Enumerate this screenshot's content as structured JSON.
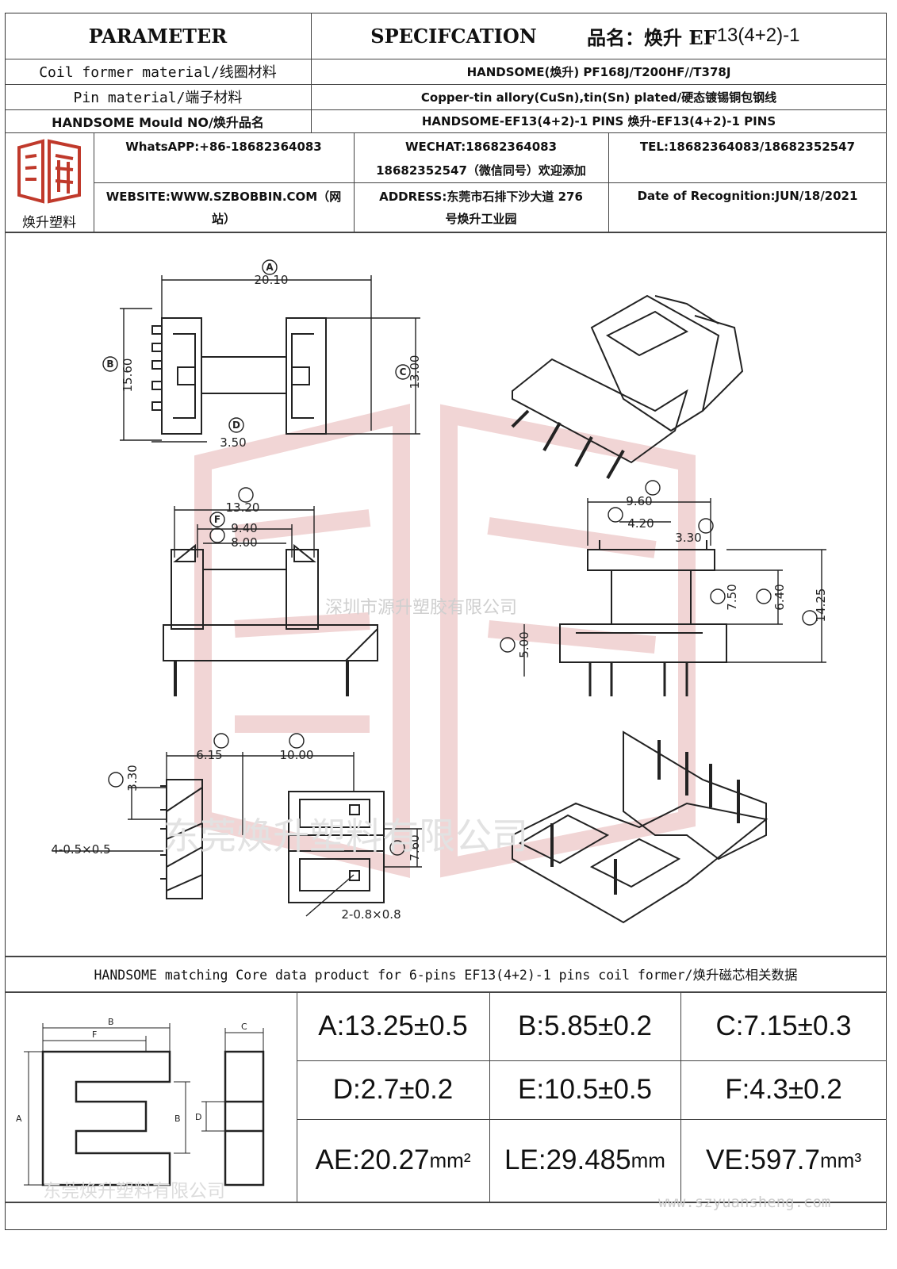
{
  "header": {
    "parameter": "PARAMETER",
    "specification": "SPECIFCATION",
    "product_label": "品名：焕升 EF",
    "product_model": "13(4+2)-1"
  },
  "rows": [
    {
      "label": "Coil former material/线圈材料",
      "value": "HANDSOME(焕升)  PF168J/T200HF//T378J"
    },
    {
      "label": "Pin material/端子材料",
      "value": "Copper-tin allory(CuSn),tin(Sn) plated/硬态镀锡铜包钢线"
    },
    {
      "label": "HANDSOME Mould NO/焕升品名",
      "value": "HANDSOME-EF13(4+2)-1 PINS   焕升-EF13(4+2)-1 PINS"
    }
  ],
  "company": {
    "logo_text": "焕升塑料",
    "whatsapp": "WhatsAPP:+86-18682364083",
    "wechat_line1": "WECHAT:18682364083",
    "wechat_line2": "18682352547（微信同号）欢迎添加",
    "tel": "TEL:18682364083/18682352547",
    "website_line1": "WEBSITE:WWW.SZBOBBIN.COM（网",
    "website_line2": "站）",
    "address_line1": "ADDRESS:东莞市石排下沙大道 276",
    "address_line2": "号焕升工业园",
    "date": "Date of Recognition:JUN/18/2021"
  },
  "drawing": {
    "dims": {
      "A": "20.10",
      "B": "15.60",
      "C": "13.00",
      "D": "3.50",
      "E": "13.20",
      "F": "9.40",
      "G": "8.00",
      "H": "9.60",
      "I": "4.20",
      "J": "3.30",
      "K": "7.50",
      "L": "6.40",
      "M": "14.25",
      "N": "5.00",
      "P": "6.15",
      "Q": "10.00",
      "R": "7.60",
      "T": "3.30"
    },
    "note_pins": "4-0.5×0.5",
    "note_holes": "2-0.8×0.8",
    "watermark_mid": "深圳市源升塑胶有限公司",
    "watermark_big": "东莞焕升塑料有限公司"
  },
  "core": {
    "title": "HANDSOME matching Core data  product for 6-pins EF13(4+2)-1 pins coil former/焕升磁芯相关数据",
    "labels": {
      "A": "A",
      "B": "B",
      "C": "C",
      "D": "D",
      "F": "F"
    },
    "watermark": "东莞焕升塑料有限公司",
    "website_wm": "www.szyuansheng.com",
    "values": [
      [
        "A:13.25±0.5",
        "B:5.85±0.2",
        "C:7.15±0.3"
      ],
      [
        "D:2.7±0.2",
        "E:10.5±0.5",
        "F:4.3±0.2"
      ]
    ],
    "ae": "AE:20.27",
    "ae_unit": "mm²",
    "le": "LE:29.485",
    "le_unit": "mm",
    "ve": "VE:597.7",
    "ve_unit": "mm³"
  }
}
